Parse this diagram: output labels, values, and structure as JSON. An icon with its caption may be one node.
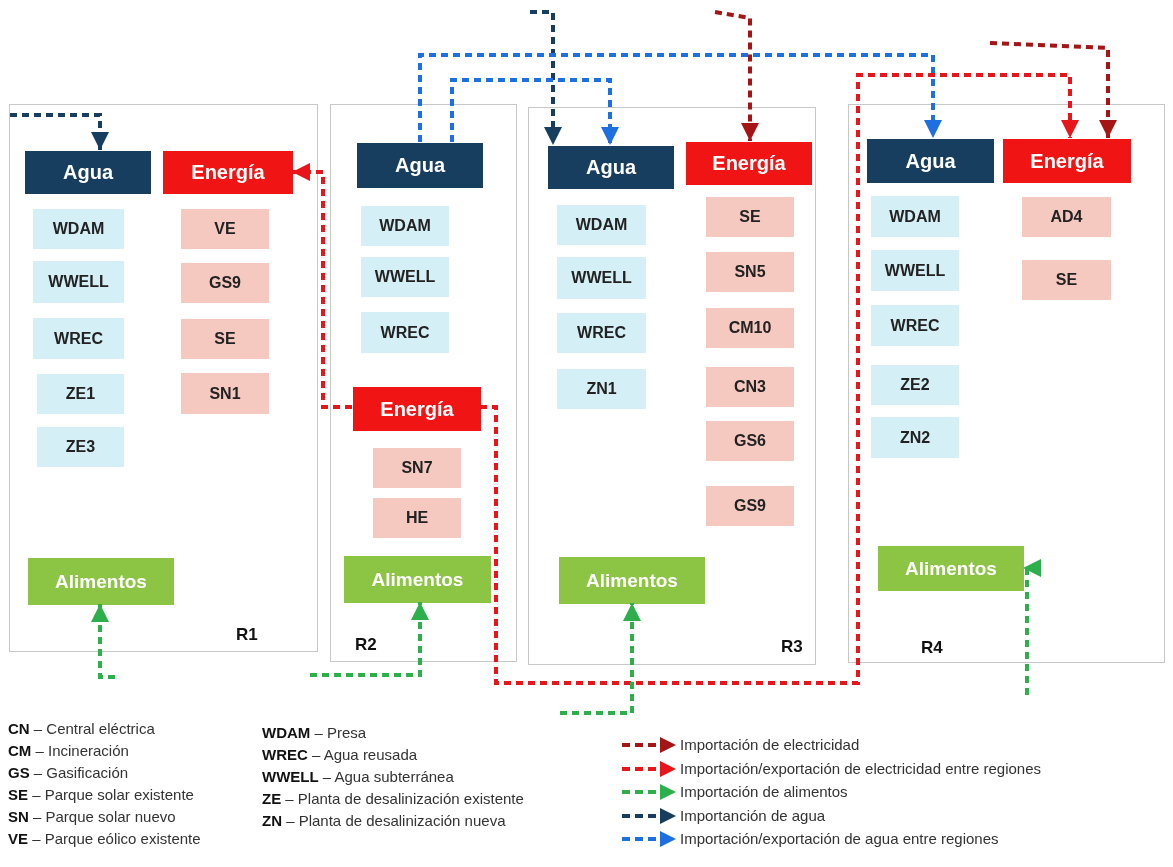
{
  "diagram": {
    "nodes": [
      {
        "text": [
          "R1"
        ]
      },
      {
        "text": [
          "Agua"
        ],
        "in": 0
      },
      {
        "text": [
          "Energía"
        ],
        "in": 0
      },
      {
        "text": [
          "WDAM"
        ],
        "in": 0
      },
      {
        "text": [
          "WWELL"
        ],
        "in": 0
      },
      {
        "text": [
          "WREC"
        ],
        "in": 0
      },
      {
        "text": [
          "ZE1"
        ],
        "in": 0
      },
      {
        "text": [
          "ZE3"
        ],
        "in": 0
      },
      {
        "text": [
          "VE"
        ],
        "in": 0
      },
      {
        "text": [
          "GS9"
        ],
        "in": 0
      },
      {
        "text": [
          "SE"
        ],
        "in": 0
      },
      {
        "text": [
          "SN1"
        ],
        "in": 0
      },
      {
        "text": [
          "Alimentos"
        ],
        "in": 0
      },
      {
        "text": [
          "R2"
        ]
      },
      {
        "text": [
          "Agua"
        ],
        "in": 13
      },
      {
        "text": [
          "WDAM"
        ],
        "in": 13
      },
      {
        "text": [
          "WWELL"
        ],
        "in": 13
      },
      {
        "text": [
          "WREC"
        ],
        "in": 13
      },
      {
        "text": [
          "Energía"
        ],
        "in": 13
      },
      {
        "text": [
          "SN7"
        ],
        "in": 13
      },
      {
        "text": [
          "HE"
        ],
        "in": 13
      },
      {
        "text": [
          "Alimentos"
        ],
        "in": 13
      },
      {
        "text": [
          "R3"
        ]
      },
      {
        "text": [
          "Agua"
        ],
        "in": 22
      },
      {
        "text": [
          "Energía"
        ],
        "in": 22
      },
      {
        "text": [
          "WDAM"
        ],
        "in": 22
      },
      {
        "text": [
          "WWELL"
        ],
        "in": 22
      },
      {
        "text": [
          "WREC"
        ],
        "in": 22
      },
      {
        "text": [
          "ZN1"
        ],
        "in": 22
      },
      {
        "text": [
          "SE"
        ],
        "in": 22
      },
      {
        "text": [
          "SN5"
        ],
        "in": 22
      },
      {
        "text": [
          "CM10"
        ],
        "in": 22
      },
      {
        "text": [
          "CN3"
        ],
        "in": 22
      },
      {
        "text": [
          "GS6"
        ],
        "in": 22
      },
      {
        "text": [
          "GS9"
        ],
        "in": 22
      },
      {
        "text": [
          "Alimentos"
        ],
        "in": 22
      },
      {
        "text": [
          "R4"
        ]
      },
      {
        "text": [
          "Agua"
        ],
        "in": 36
      },
      {
        "text": [
          "Energía"
        ],
        "in": 36
      },
      {
        "text": [
          "WDAM"
        ],
        "in": 36
      },
      {
        "text": [
          "WWELL"
        ],
        "in": 36
      },
      {
        "text": [
          "WREC"
        ],
        "in": 36
      },
      {
        "text": [
          "ZE2"
        ],
        "in": 36
      },
      {
        "text": [
          "ZN2"
        ],
        "in": 36
      },
      {
        "text": [
          "AD4"
        ],
        "in": 36
      },
      {
        "text": [
          "SE"
        ],
        "in": 36
      },
      {
        "text": [
          "Alimentos"
        ],
        "in": 36
      }
    ],
    "edges": [
      {
        "from": null,
        "to": 1,
        "arrow": "to",
        "style": "dashed",
        "color": "#173e5f"
      },
      {
        "from": null,
        "to": 23,
        "arrow": "to",
        "style": "dashed",
        "color": "#173e5f"
      },
      {
        "from": 14,
        "to": 37,
        "arrow": "to",
        "style": "dashed",
        "color": "#1e6fe0"
      },
      {
        "from": 14,
        "to": 23,
        "arrow": "to",
        "style": "dashed",
        "color": "#1e6fe0"
      },
      {
        "from": null,
        "to": 24,
        "arrow": "to",
        "style": "dashed",
        "color": "#a51515"
      },
      {
        "from": null,
        "to": 38,
        "arrow": "to",
        "style": "dashed",
        "color": "#a51515"
      },
      {
        "from": 18,
        "to": 2,
        "arrow": "to",
        "style": "dashed",
        "color": "#e8161a"
      },
      {
        "from": 18,
        "to": 38,
        "arrow": "to",
        "style": "dashed",
        "color": "#e8161a"
      },
      {
        "from": null,
        "to": 12,
        "arrow": "to",
        "style": "dashed"
      },
      {
        "from": null,
        "to": 21,
        "arrow": "to",
        "style": "dashed"
      },
      {
        "from": null,
        "to": 35,
        "arrow": "to",
        "style": "dashed"
      },
      {
        "from": null,
        "to": 46,
        "arrow": "to",
        "style": "dashed"
      }
    ],
    "labels": [
      "**CN** – Central eléctrica",
      "**CM** – Incineración",
      "**GS** – Gasificación",
      "**SE** – Parque solar existente",
      "**SN** – Parque solar nuevo",
      "**VE** – Parque eólico existente",
      "**WDAM** – Presa",
      "**WREC** – Agua reusada",
      "**WWELL** – Agua subterránea",
      "**ZE** – Planta de desalinización existente",
      "**ZN** – Planta de desalinización nueva"
    ],
    "legend": [
      {
        "text": "Importación de electricidad"
      },
      {
        "text": "Importación/exportación de electricidad entre regiones"
      },
      {
        "text": "Importación de alimentos"
      },
      {
        "text": "Importanción de agua"
      },
      {
        "text": "Importación/exportación de agua entre regiones"
      }
    ]
  }
}
